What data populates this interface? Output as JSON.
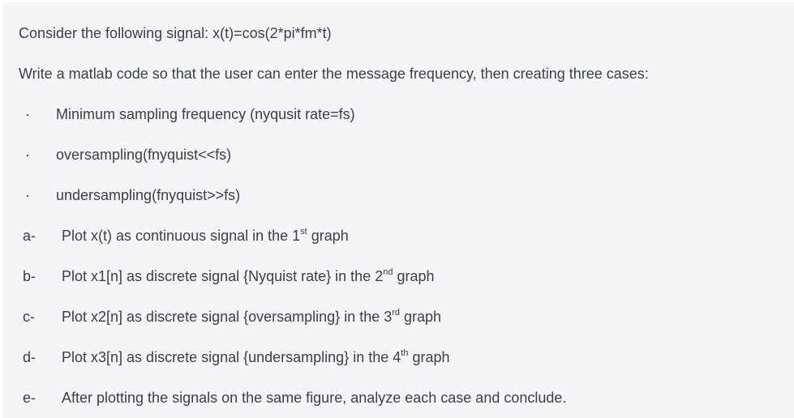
{
  "page": {
    "background_color": "#f4f5f7",
    "text_color": "#3b4045"
  },
  "document": {
    "paragraphs": [
      {
        "text": "Consider the following signal: x(t)=cos(2*pi*fm*t)"
      },
      {
        "text": "Write a matlab code so that the user can enter the message frequency, then creating three cases:"
      }
    ],
    "bullets": [
      {
        "marker": "·",
        "text": "Minimum sampling frequency (nyqusit rate=fs)"
      },
      {
        "marker": "·",
        "text": "oversampling(fnyquist<<fs)"
      },
      {
        "marker": "·",
        "text": "undersampling(fnyquist>>fs)"
      }
    ],
    "lettered_items": [
      {
        "label": "a-",
        "pre": "Plot x(t) as continuous signal in the 1",
        "sup": "st",
        "post": " graph"
      },
      {
        "label": "b-",
        "pre": "Plot x1[n] as discrete signal {Nyquist rate} in the 2",
        "sup": "nd",
        "post": " graph"
      },
      {
        "label": "c-",
        "pre": "Plot x2[n] as discrete signal {oversampling} in the 3",
        "sup": "rd",
        "post": " graph"
      },
      {
        "label": "d-",
        "pre": "Plot x3[n] as discrete signal {undersampling} in the 4",
        "sup": "th",
        "post": " graph"
      },
      {
        "label": "e-",
        "pre": "After plotting the signals on the same figure, analyze each case and conclude.",
        "sup": "",
        "post": ""
      }
    ]
  }
}
